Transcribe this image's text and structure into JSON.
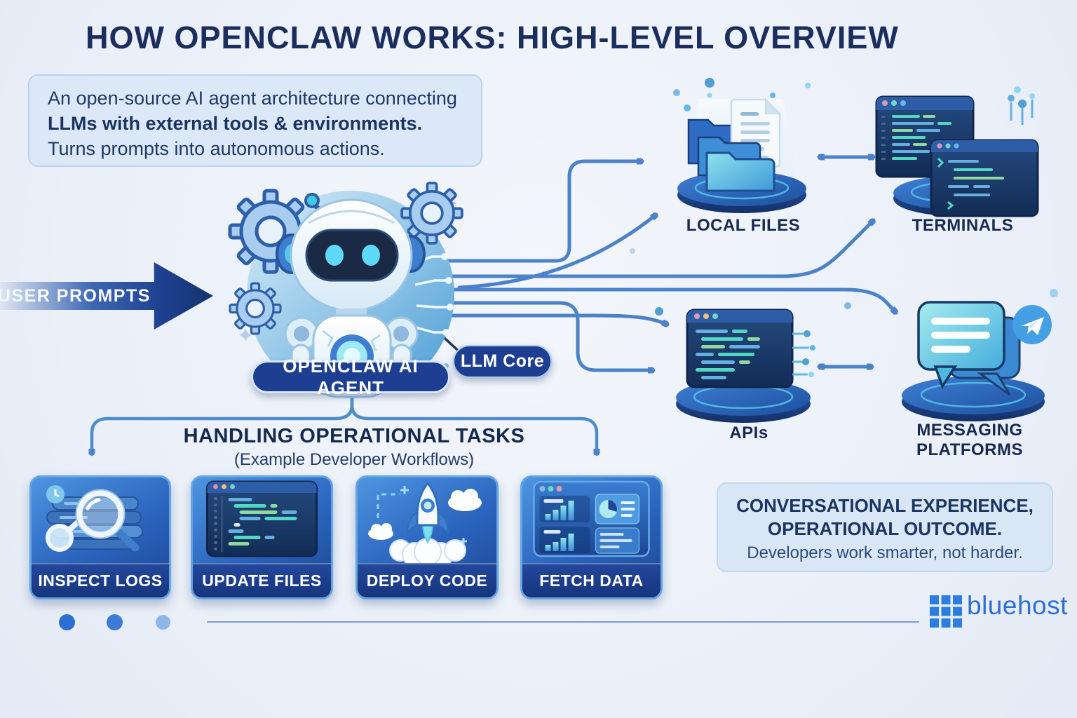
{
  "title": "HOW OPENCLAW WORKS: HIGH-LEVEL OVERVIEW",
  "intro": {
    "line1": "An open-source AI agent architecture connecting",
    "line2": "LLMs with external tools & environments.",
    "line3": "Turns prompts into autonomous actions."
  },
  "user_prompts": {
    "label": "USER PROMPTS"
  },
  "agent": {
    "label": "OPENCLAW AI AGENT",
    "core_label": "LLM Core"
  },
  "nodes": [
    {
      "id": "local-files",
      "label": "LOCAL FILES",
      "icon": "folders-document-icon"
    },
    {
      "id": "terminals",
      "label": "TERMINALS",
      "icon": "terminal-windows-icon"
    },
    {
      "id": "apis",
      "label": "APIs",
      "icon": "api-code-window-icon"
    },
    {
      "id": "messaging-platforms",
      "label": "MESSAGING PLATFORMS",
      "icon": "chat-bubbles-telegram-icon"
    }
  ],
  "tasks_section": {
    "heading": "HANDLING OPERATIONAL TASKS",
    "subheading": "(Example Developer Workflows)",
    "tasks": [
      {
        "label": "INSPECT LOGS",
        "icon": "magnifier-logs-icon"
      },
      {
        "label": "UPDATE FILES",
        "icon": "code-editor-icon"
      },
      {
        "label": "DEPLOY CODE",
        "icon": "rocket-launch-icon"
      },
      {
        "label": "FETCH DATA",
        "icon": "dashboard-charts-icon"
      }
    ]
  },
  "outcome": {
    "line1": "CONVERSATIONAL EXPERIENCE,",
    "line2": "OPERATIONAL OUTCOME.",
    "line3": "Developers work smarter, not harder."
  },
  "brand": {
    "name": "bluehost"
  },
  "colors": {
    "background": "#edf1f9",
    "heading_navy": "#1b2e5e",
    "arrow_blue": "#4b82c8",
    "pill_navy": "#1e3e91",
    "panel_light": "#dce8f7",
    "card_footer": "#1d3e8f",
    "accent_cyan": "#56c8ea",
    "brand_blue": "#2d6fd4"
  }
}
